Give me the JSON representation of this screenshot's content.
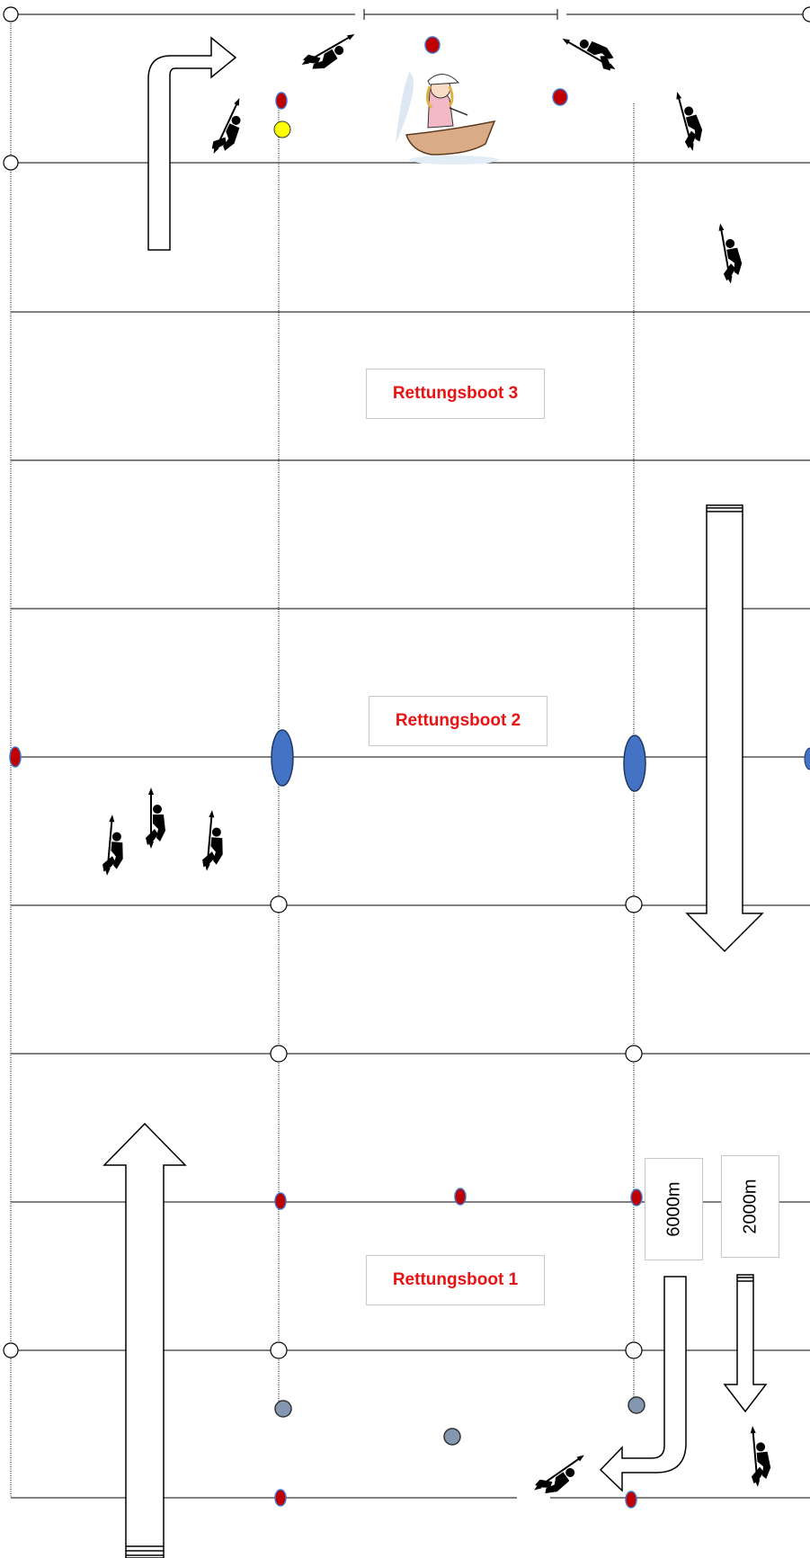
{
  "labels": {
    "boat3": "Rettungsboot 3",
    "boat2": "Rettungsboot 2",
    "boat1": "Rettungsboot 1",
    "dist6000": "6000m",
    "dist2000": "2000m"
  },
  "colors": {
    "line": "#000000",
    "red_buoy": "#c00000",
    "blue_buoy": "#4472c4",
    "yellow_buoy": "#ffff00",
    "grey_buoy": "#8497b0",
    "label_text": "#e81212"
  },
  "icons": {
    "kayak": "kayak-paddler-icon",
    "sailor": "sailing-girl-icon",
    "arrow": "direction-arrow-icon"
  }
}
